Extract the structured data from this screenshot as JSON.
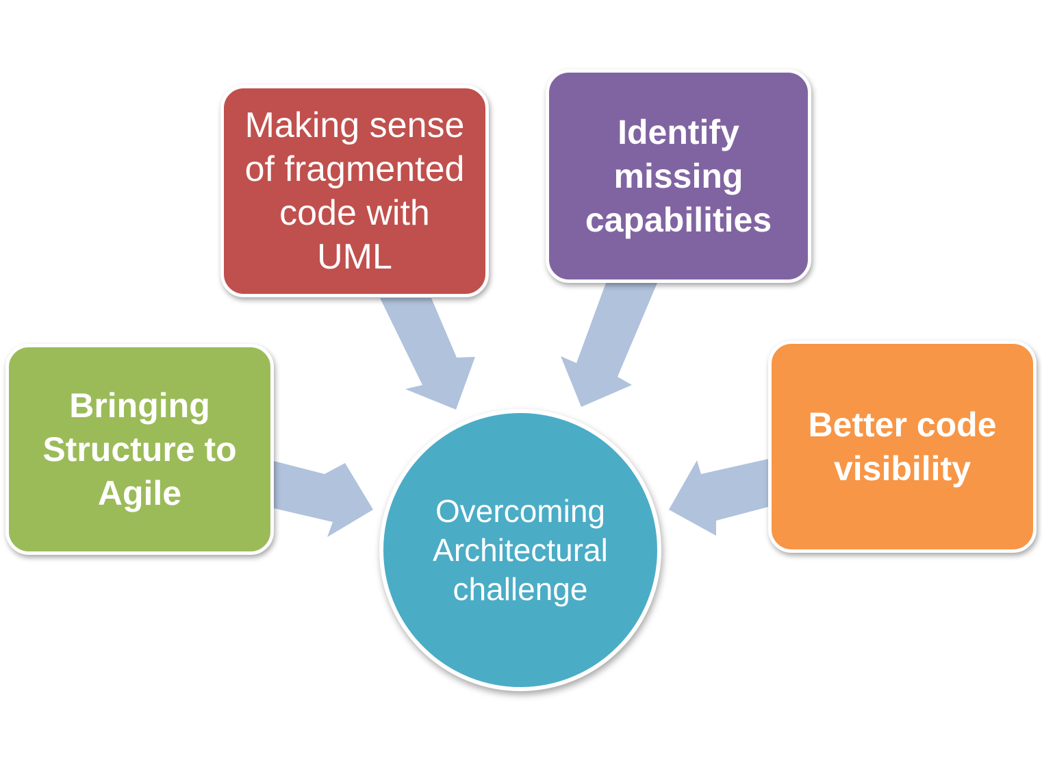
{
  "diagram": {
    "center": {
      "text": "Overcoming\nArchitectural\nchallenge",
      "color": "#4bacc6"
    },
    "nodes": [
      {
        "id": "bringing-structure",
        "text": "Bringing\nStructure to\nAgile",
        "color": "#9bbb59"
      },
      {
        "id": "making-sense",
        "text": "Making sense\nof fragmented\ncode with\nUML",
        "color": "#c0504d"
      },
      {
        "id": "identify-missing",
        "text": "Identify\nmissing\ncapabilities",
        "color": "#8064a2"
      },
      {
        "id": "better-visibility",
        "text": "Better code\nvisibility",
        "color": "#f79646"
      }
    ],
    "arrow_color": "#b0c2dc"
  }
}
